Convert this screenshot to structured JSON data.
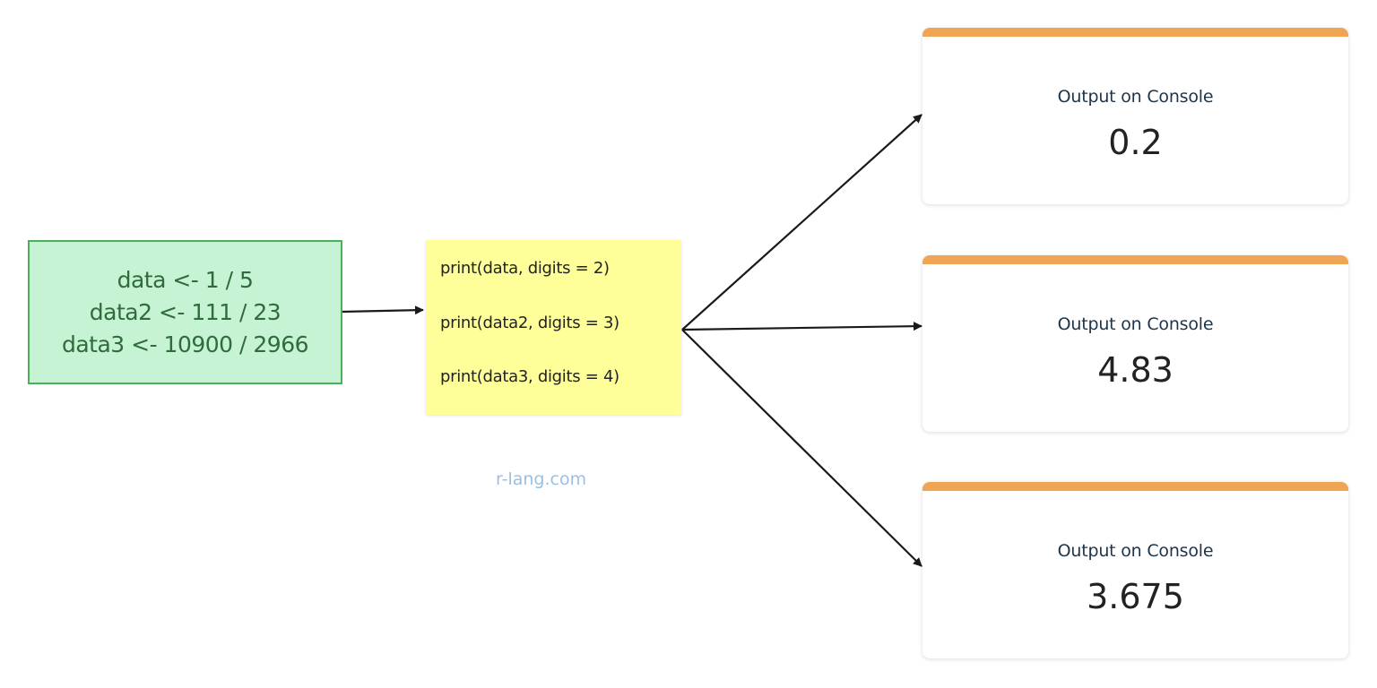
{
  "input_box": {
    "lines": [
      "data <- 1 / 5",
      "data2 <- 111 / 23",
      "data3 <- 10900 / 2966"
    ]
  },
  "code_box": {
    "lines": [
      "print(data, digits = 2)",
      "print(data2, digits = 3)",
      "print(data3, digits = 4)"
    ]
  },
  "outputs": [
    {
      "label": "Output on Console",
      "value": "0.2"
    },
    {
      "label": "Output on Console",
      "value": "4.83"
    },
    {
      "label": "Output on Console",
      "value": "3.675"
    }
  ],
  "watermark": "r-lang.com",
  "colors": {
    "accent": "#f0a555",
    "input_fill": "#c6f3d3",
    "code_fill": "#ffff99"
  }
}
